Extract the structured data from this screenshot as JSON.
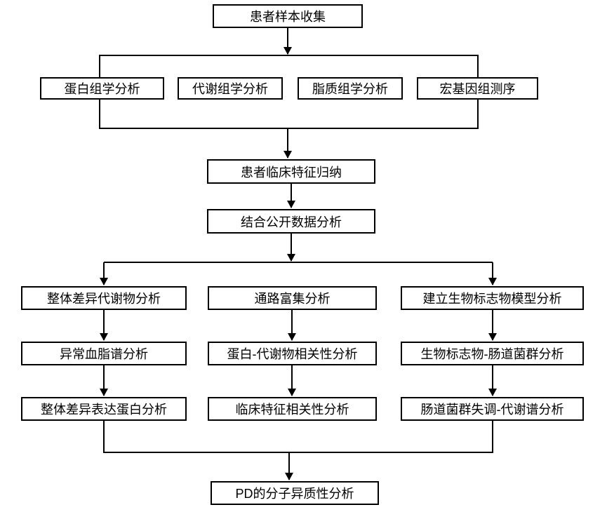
{
  "diagram": {
    "type": "flowchart",
    "nodes": [
      {
        "id": "n0",
        "label": "患者样本收集"
      },
      {
        "id": "n1",
        "label": "蛋白组学分析"
      },
      {
        "id": "n2",
        "label": "代谢组学分析"
      },
      {
        "id": "n3",
        "label": "脂质组学分析"
      },
      {
        "id": "n4",
        "label": "宏基因组测序"
      },
      {
        "id": "n5",
        "label": "患者临床特征归纳"
      },
      {
        "id": "n6",
        "label": "结合公开数据分析"
      },
      {
        "id": "n7",
        "label": "整体差异代谢物分析"
      },
      {
        "id": "n8",
        "label": "异常血脂谱分析"
      },
      {
        "id": "n9",
        "label": "整体差异表达蛋白分析"
      },
      {
        "id": "n10",
        "label": "通路富集分析"
      },
      {
        "id": "n11",
        "label": "蛋白-代谢物相关性分析"
      },
      {
        "id": "n12",
        "label": "临床特征相关性分析"
      },
      {
        "id": "n13",
        "label": "建立生物标志物模型分析"
      },
      {
        "id": "n14",
        "label": "生物标志物-肠道菌群分析"
      },
      {
        "id": "n15",
        "label": "肠道菌群失调-代谢谱分析"
      },
      {
        "id": "n16",
        "label": "PD的分子异质性分析"
      }
    ],
    "edges": [
      {
        "from": "患者样本收集",
        "to": [
          "蛋白组学分析",
          "代谢组学分析",
          "脂质组学分析",
          "宏基因组测序"
        ]
      },
      {
        "from": "蛋白组学分析 / 代谢组学分析 / 脂质组学分析 / 宏基因组测序",
        "to": [
          "患者临床特征归纳"
        ]
      },
      {
        "from": "患者临床特征归纳",
        "to": [
          "结合公开数据分析"
        ]
      },
      {
        "from": "结合公开数据分析",
        "to": [
          "整体差异代谢物分析",
          "通路富集分析",
          "建立生物标志物模型分析"
        ]
      },
      {
        "from": "整体差异代谢物分析",
        "to": [
          "异常血脂谱分析"
        ]
      },
      {
        "from": "异常血脂谱分析",
        "to": [
          "整体差异表达蛋白分析"
        ]
      },
      {
        "from": "通路富集分析",
        "to": [
          "蛋白-代谢物相关性分析"
        ]
      },
      {
        "from": "蛋白-代谢物相关性分析",
        "to": [
          "临床特征相关性分析"
        ]
      },
      {
        "from": "建立生物标志物模型分析",
        "to": [
          "生物标志物-肠道菌群分析"
        ]
      },
      {
        "from": "生物标志物-肠道菌群分析",
        "to": [
          "肠道菌群失调-代谢谱分析"
        ]
      },
      {
        "from": "整体差异表达蛋白分析 / 临床特征相关性分析 / 肠道菌群失调-代谢谱分析",
        "to": [
          "PD的分子异质性分析"
        ]
      }
    ],
    "colors": {
      "line": "#000000",
      "box_border": "#000000",
      "box_fill": "#ffffff",
      "text": "#000000",
      "background": "#ffffff"
    }
  }
}
